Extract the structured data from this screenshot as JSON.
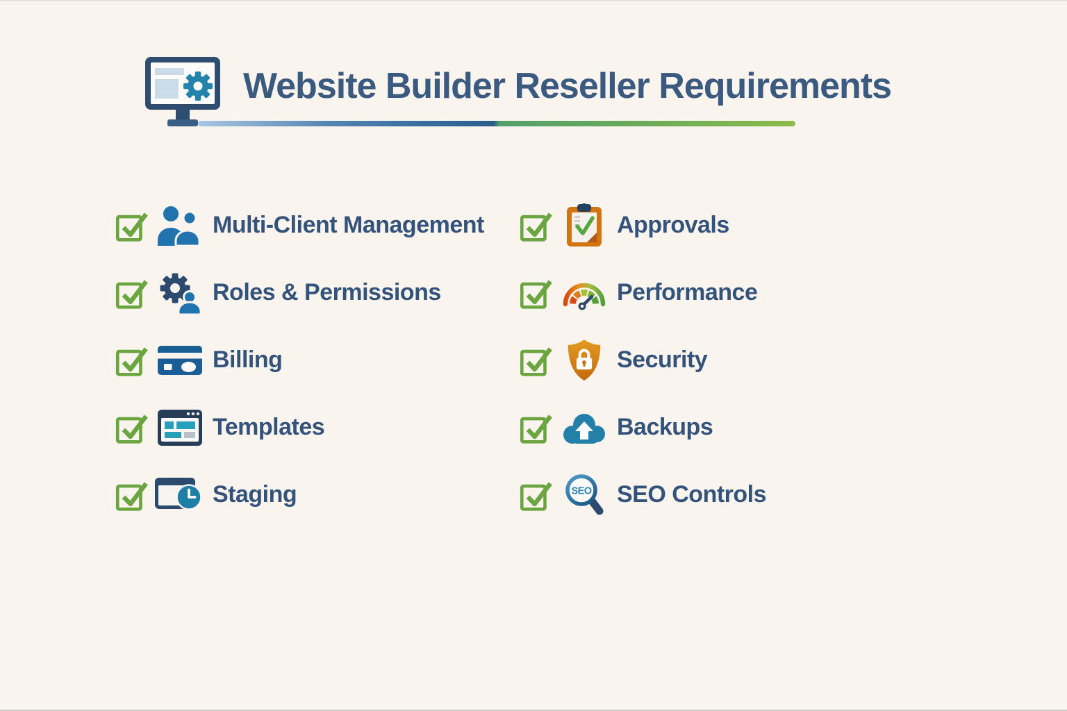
{
  "header": {
    "title": "Website Builder Reseller Requirements",
    "logo_icon": "monitor-gear-icon"
  },
  "divider": {
    "gradient_colors": [
      "#a9c6e2",
      "#2b5c8d",
      "#53a06c",
      "#8cbb4a"
    ]
  },
  "checklist": {
    "left": [
      {
        "label": "Multi-Client Management",
        "icon": "users-icon",
        "checked": true
      },
      {
        "label": "Roles & Permissions",
        "icon": "gear-user-icon",
        "checked": true
      },
      {
        "label": "Billing",
        "icon": "credit-card-icon",
        "checked": true
      },
      {
        "label": "Templates",
        "icon": "browser-layout-icon",
        "checked": true
      },
      {
        "label": "Staging",
        "icon": "browser-clock-icon",
        "checked": true
      }
    ],
    "right": [
      {
        "label": "Approvals",
        "icon": "clipboard-check-icon",
        "checked": true
      },
      {
        "label": "Performance",
        "icon": "gauge-icon",
        "checked": true
      },
      {
        "label": "Security",
        "icon": "shield-lock-icon",
        "checked": true
      },
      {
        "label": "Backups",
        "icon": "cloud-upload-icon",
        "checked": true
      },
      {
        "label": "SEO Controls",
        "icon": "seo-magnifier-icon",
        "icon_text": "SEO",
        "checked": true
      }
    ]
  },
  "colors": {
    "background": "#f9f4ee",
    "title_text": "#3b5a80",
    "item_text": "#33537b",
    "checkbox_green": "#6ba53f",
    "icon_blue": "#2173ae",
    "icon_navy": "#2c4a6e",
    "icon_teal": "#1d7fa5",
    "icon_orange": "#d3740f"
  }
}
